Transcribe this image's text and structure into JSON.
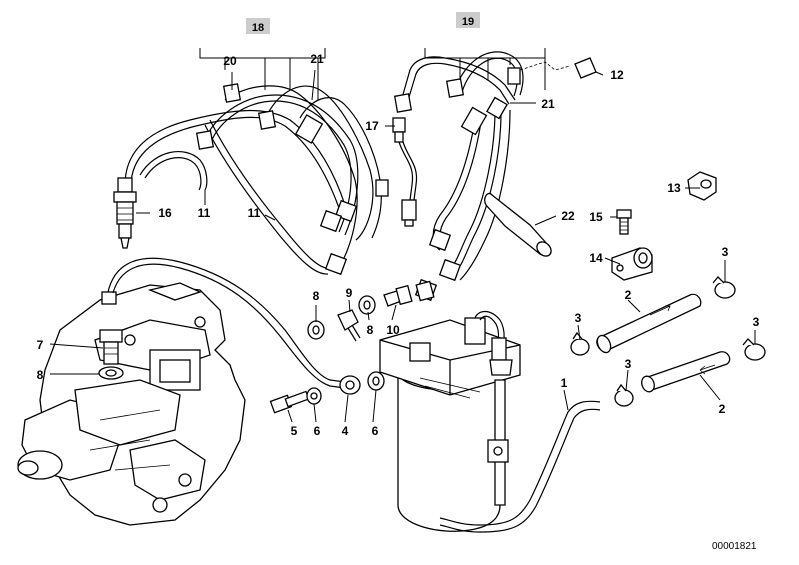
{
  "diagram": {
    "reference_number": "00001821",
    "group_labels": [
      "18",
      "19"
    ],
    "callouts": [
      "20",
      "21",
      "21",
      "12",
      "17",
      "16",
      "11",
      "11",
      "13",
      "22",
      "15",
      "14",
      "3",
      "2",
      "3",
      "3",
      "2",
      "3",
      "8",
      "9",
      "8",
      "10",
      "7",
      "8",
      "1",
      "5",
      "6",
      "4",
      "6"
    ],
    "colors": {
      "line": "#000000",
      "background": "#ffffff",
      "label_box": "#cccccc"
    }
  }
}
